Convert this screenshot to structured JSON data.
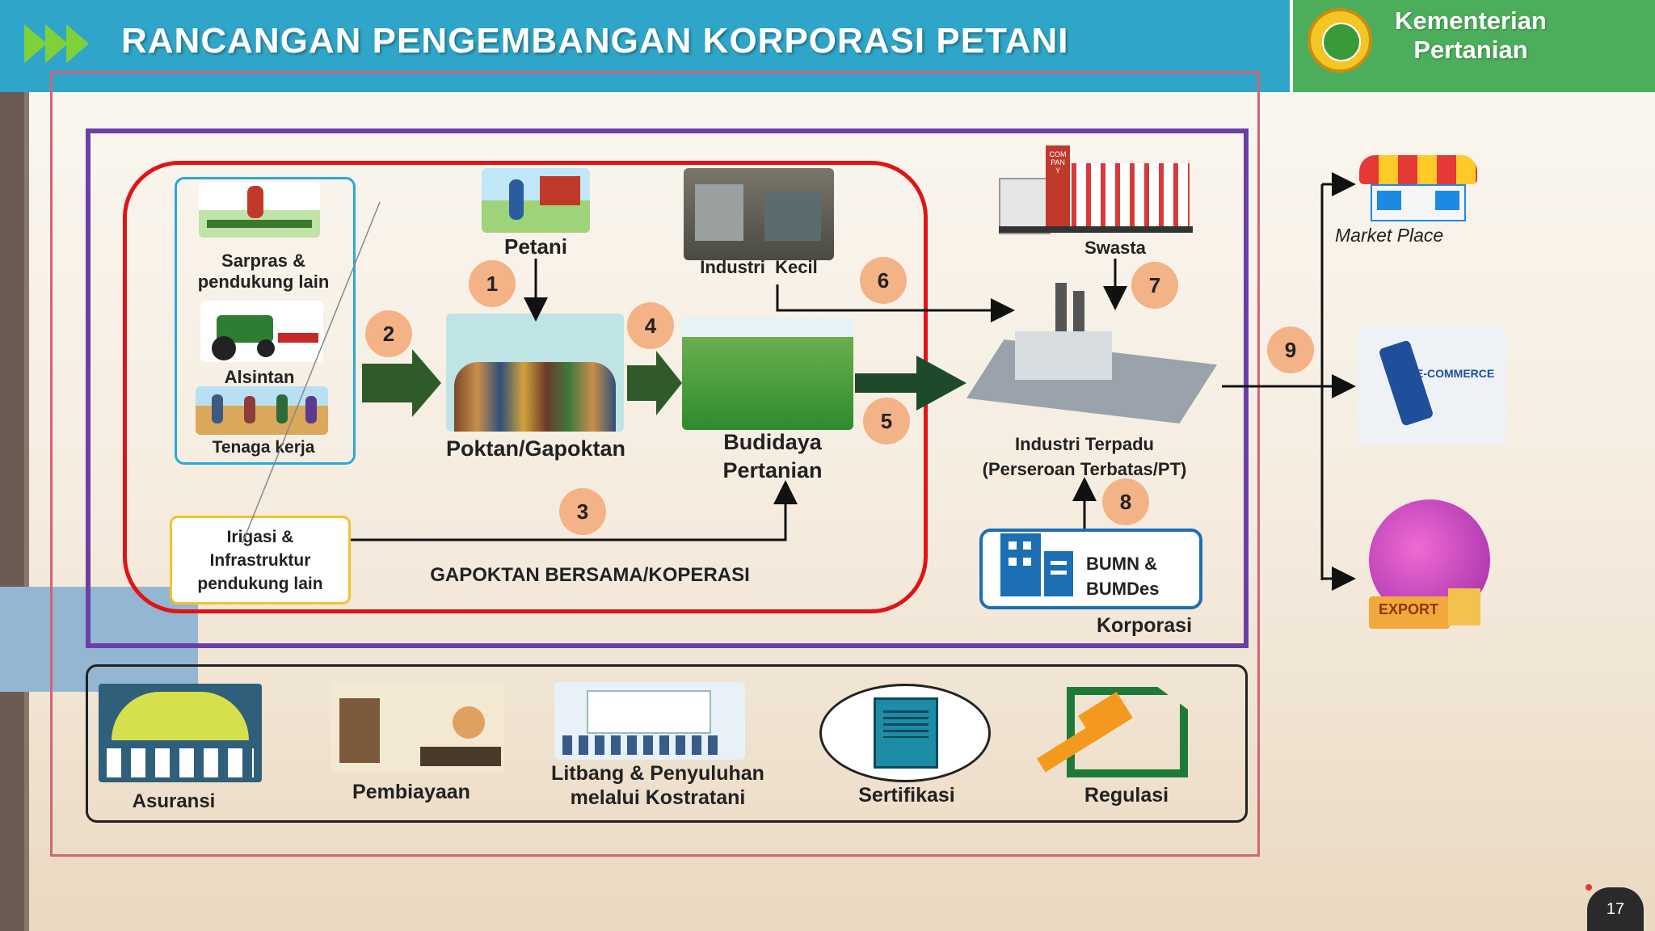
{
  "header": {
    "title": "RANCANGAN PENGEMBANGAN KORPORASI PETANI"
  },
  "ministry": {
    "line1": "Kementerian",
    "line2": "Pertanian"
  },
  "inputs": {
    "sarpras": "Sarpras & pendukung lain",
    "alsintan": "Alsintan",
    "tenaga_kerja": "Tenaga kerja",
    "irigasi_l1": "Irigasi &",
    "irigasi_l2": "Infrastruktur",
    "irigasi_l3": "pendukung lain"
  },
  "nodes": {
    "petani": "Petani",
    "industri_kecil": "Industri  Kecil",
    "swasta": "Swasta",
    "poktan": "Poktan/Gapoktan",
    "budidaya_l1": "Budidaya",
    "budidaya_l2": "Pertanian",
    "industri_terpadu_l1": "Industri Terpadu",
    "industri_terpadu_l2": "(Perseroan Terbatas/PT)",
    "bumn_l1": "BUMN &",
    "bumn_l2": "BUMDes",
    "korporasi": "Korporasi",
    "gapoktan_bersama": "GAPOKTAN BERSAMA/KOPERASI",
    "market_place": "Market Place",
    "ecommerce": "E-COMMERCE",
    "export": "EXPORT",
    "company": "COMPANY"
  },
  "steps": [
    "1",
    "2",
    "3",
    "4",
    "5",
    "6",
    "7",
    "8",
    "9"
  ],
  "support": {
    "asuransi": "Asuransi",
    "pembiayaan": "Pembiayaan",
    "litbang_l1": "Litbang & Penyuluhan",
    "litbang_l2": "melalui Kostratani",
    "sertifikasi": "Sertifikasi",
    "regulasi": "Regulasi"
  },
  "page_number": "17",
  "colors": {
    "header": "#2fa6c9",
    "ministry": "#4cae5b",
    "red_frame": "#e01414",
    "purple_frame": "#6a3fa6",
    "step_badge": "#f4b287",
    "arrow_green": "#2f5a2a"
  }
}
